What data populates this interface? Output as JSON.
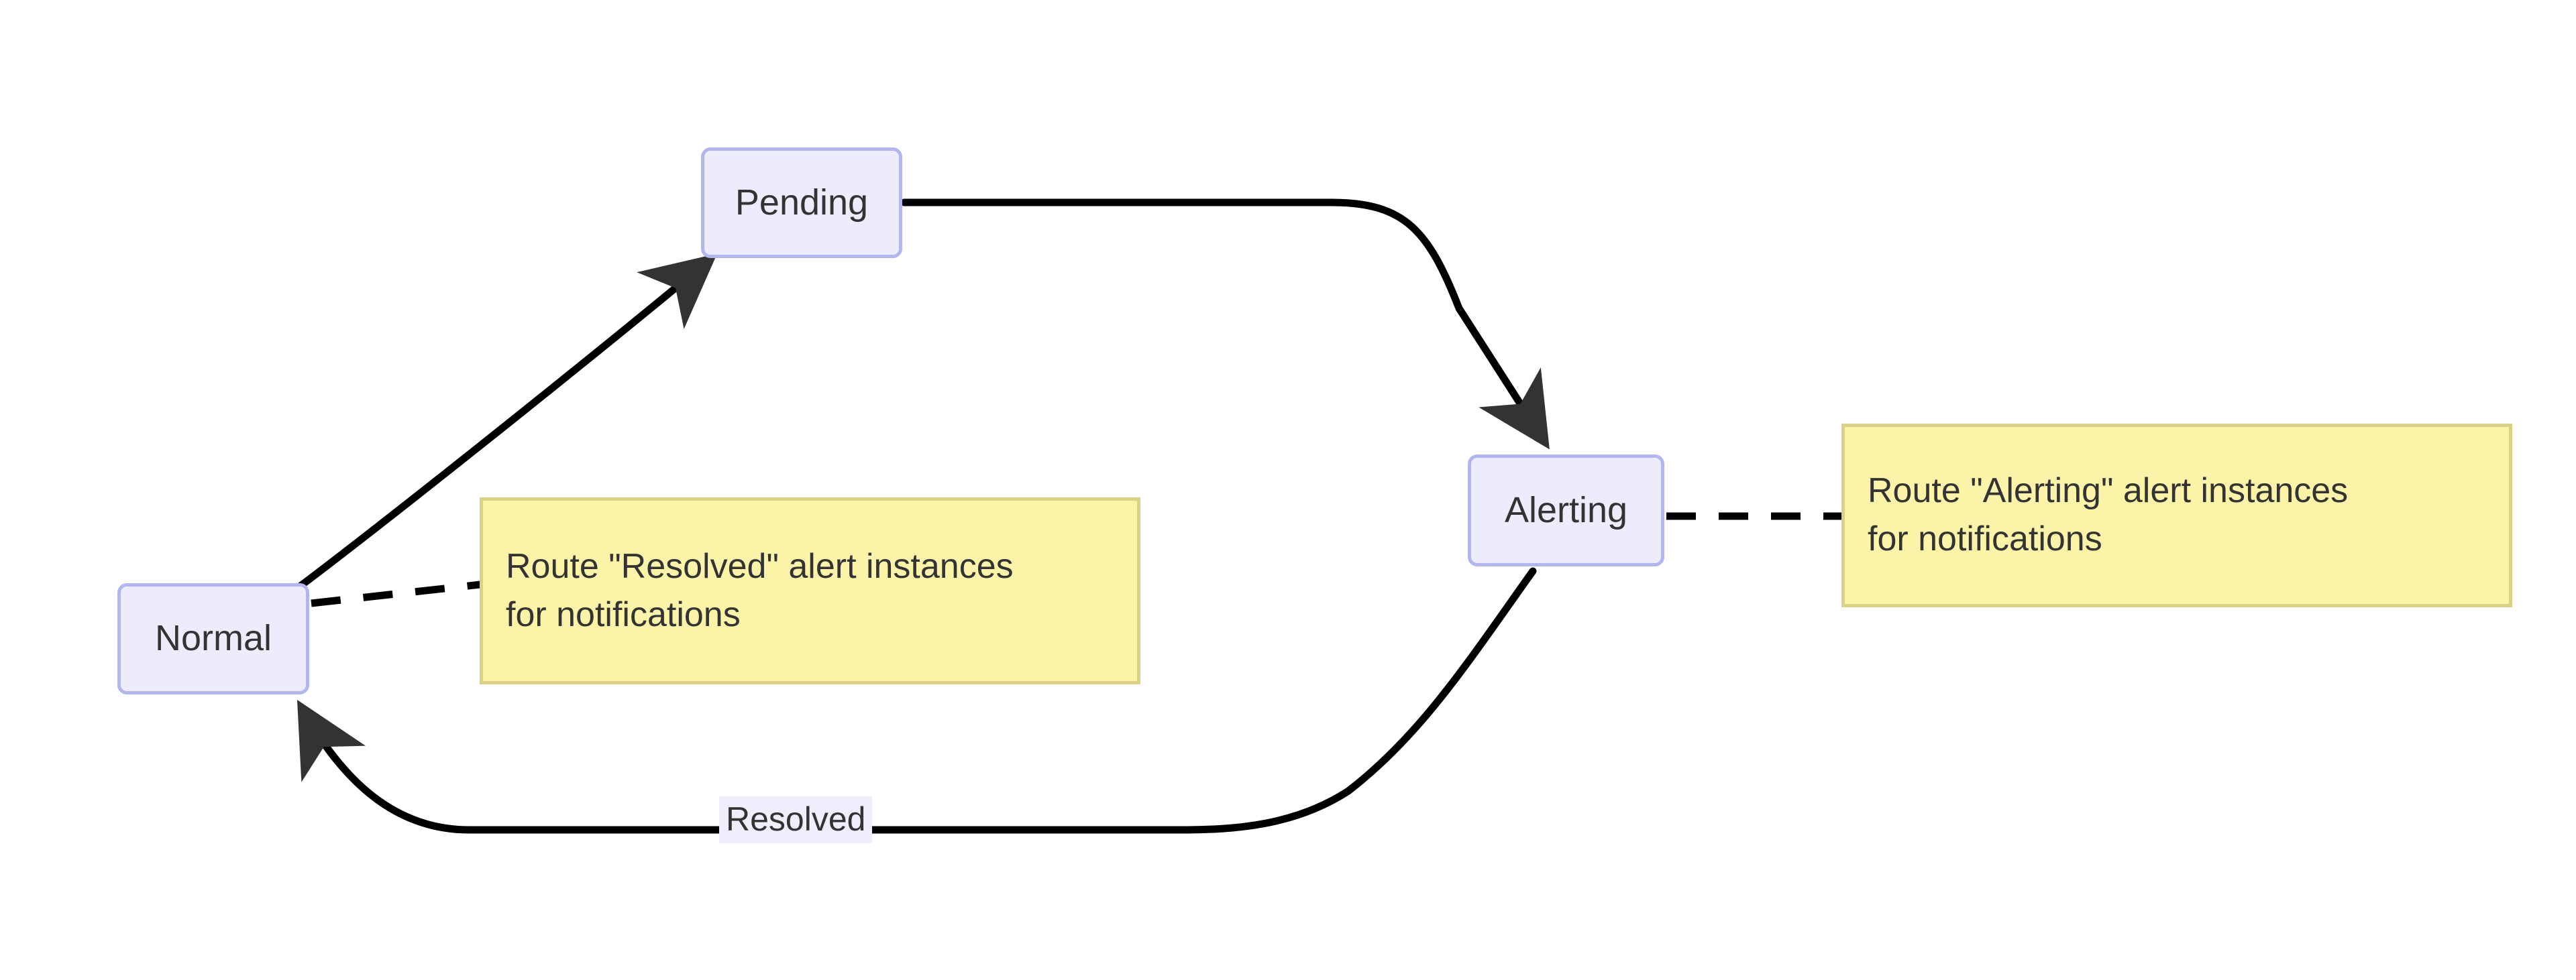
{
  "diagram": {
    "type": "state-flow",
    "background_color": "#ffffff",
    "node_fill_color": "#ececfd",
    "node_border_color": "#b1b5f0",
    "note_fill_color": "#fbf4a8",
    "note_border_color": "#d9d283",
    "edge_color": "#000000",
    "text_color": "#333333",
    "nodes": [
      {
        "id": "pending",
        "label": "Pending"
      },
      {
        "id": "normal",
        "label": "Normal"
      },
      {
        "id": "alerting",
        "label": "Alerting"
      }
    ],
    "edges": [
      {
        "id": "normal-to-pending",
        "from": "normal",
        "to": "pending",
        "label": "",
        "style": "solid",
        "arrow": true
      },
      {
        "id": "pending-to-alerting",
        "from": "pending",
        "to": "alerting",
        "label": "",
        "style": "solid",
        "arrow": true
      },
      {
        "id": "alerting-to-normal",
        "from": "alerting",
        "to": "normal",
        "label": "Resolved",
        "style": "solid",
        "arrow": true
      }
    ],
    "notes": [
      {
        "id": "note-resolved",
        "attached_to": "normal",
        "link_style": "dashed",
        "line1": "Route \"Resolved\" alert instances",
        "line2": "for notifications"
      },
      {
        "id": "note-alerting",
        "attached_to": "alerting",
        "link_style": "dashed",
        "line1": "Route \"Alerting\" alert instances",
        "line2": "for notifications"
      }
    ]
  }
}
